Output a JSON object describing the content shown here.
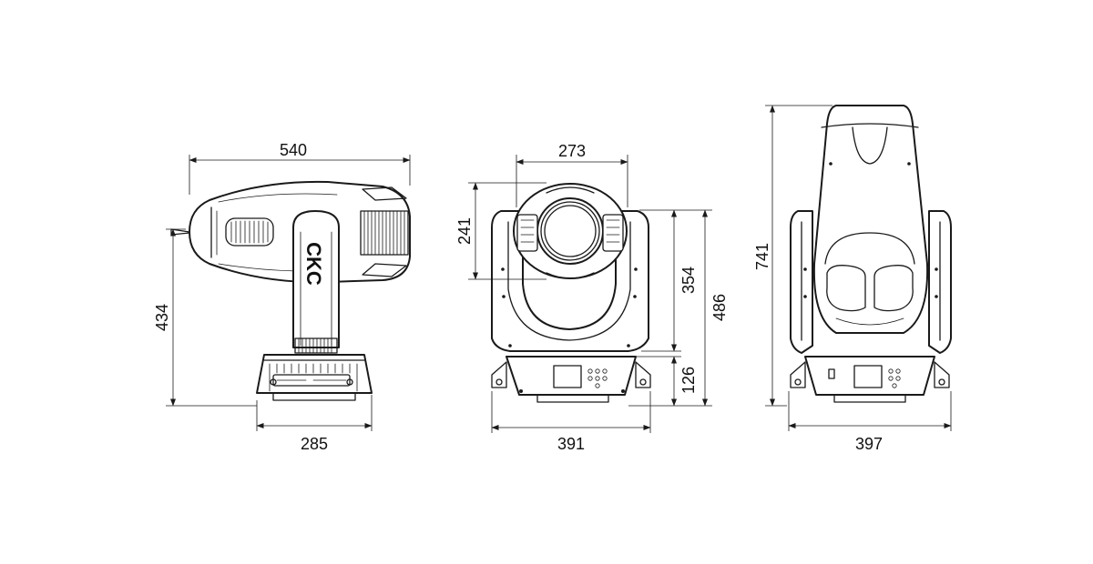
{
  "dimensions": {
    "side_width": "540",
    "side_height": "434",
    "side_base_width": "285",
    "front_head_width": "273",
    "front_head_height": "241",
    "front_arm_height": "354",
    "front_total_height": "486",
    "front_base_height": "126",
    "front_base_width": "391",
    "rear_height": "741",
    "rear_base_width": "397"
  },
  "logo_text": "CKC"
}
